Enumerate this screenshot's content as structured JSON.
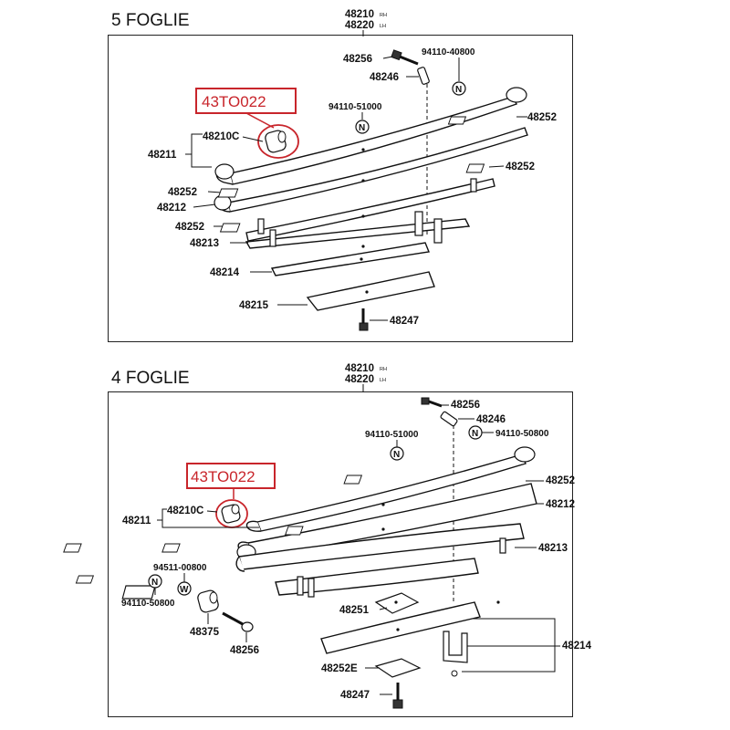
{
  "five_leaf": {
    "heading": "5 FOGLIE",
    "parts": {
      "spring_assy_a": "48210",
      "spring_assy_a_sup": "RH",
      "spring_assy_b": "48220",
      "spring_assy_b_sup": "LH",
      "bolt": "48256",
      "nut_code": "94110-40800",
      "pin": "48246",
      "nut_code_2": "94110-51000",
      "liner_right": "48252",
      "leaf1_bushing": "48210C",
      "leaf1": "48211",
      "liner_mid_right": "48252",
      "liner_left_1": "48252",
      "leaf2": "48212",
      "liner_left_2": "48252",
      "leaf3": "48213",
      "leaf4": "48214",
      "leaf5": "48215",
      "center_bolt": "48247"
    },
    "highlight_code": "43TO022",
    "nut_symbol": "N"
  },
  "four_leaf": {
    "heading": "4 FOGLIE",
    "parts": {
      "spring_assy_a": "48210",
      "spring_assy_a_sup": "RH",
      "spring_assy_b": "48220",
      "spring_assy_b_sup": "LH",
      "bolt": "48256",
      "pin": "48246",
      "nut_code_left": "94110-51000",
      "nut_code_right": "94110-50800",
      "liner": "48252",
      "leaf2": "48212",
      "leaf1_bushing": "48210C",
      "leaf1": "48211",
      "leaf3": "48213",
      "washer_code": "94511-00800",
      "nut_code_bottom": "94110-50800",
      "bushing": "48375",
      "shackle_bolt": "48256",
      "pad": "48251",
      "clip": "48214",
      "liner_e": "48252E",
      "center_bolt": "48247"
    },
    "highlight_code": "43TO022",
    "nut_symbol": "N",
    "washer_symbol": "W"
  }
}
